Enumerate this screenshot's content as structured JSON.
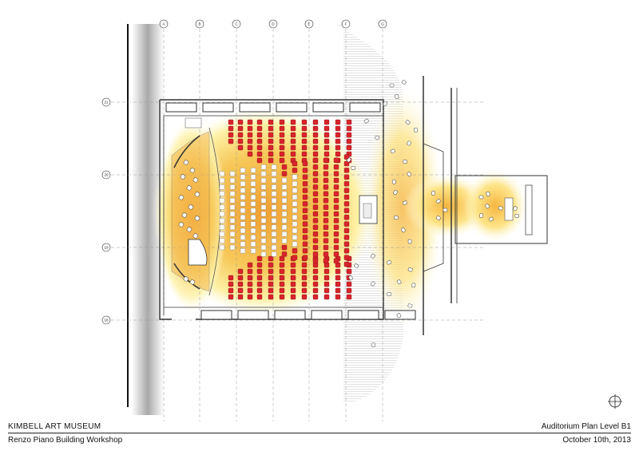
{
  "footer": {
    "museum": "KIMBELL  ART MUSEUM",
    "architect": "Renzo Piano Building Workshop",
    "sheet_title": "Auditorium Plan Level B1",
    "date": "October 10th, 2013"
  },
  "plan": {
    "column_grid": [
      "A",
      "B",
      "C",
      "D",
      "E",
      "F",
      "G"
    ],
    "row_grid": [
      "21",
      "20",
      "19",
      "18"
    ],
    "icons": [
      "north-arrow-icon"
    ],
    "colors": {
      "seat_red": "#d8242b",
      "glow_yellow": "#fff6a0",
      "glow_orange": "#f2a32a",
      "wall": "#333333"
    }
  }
}
